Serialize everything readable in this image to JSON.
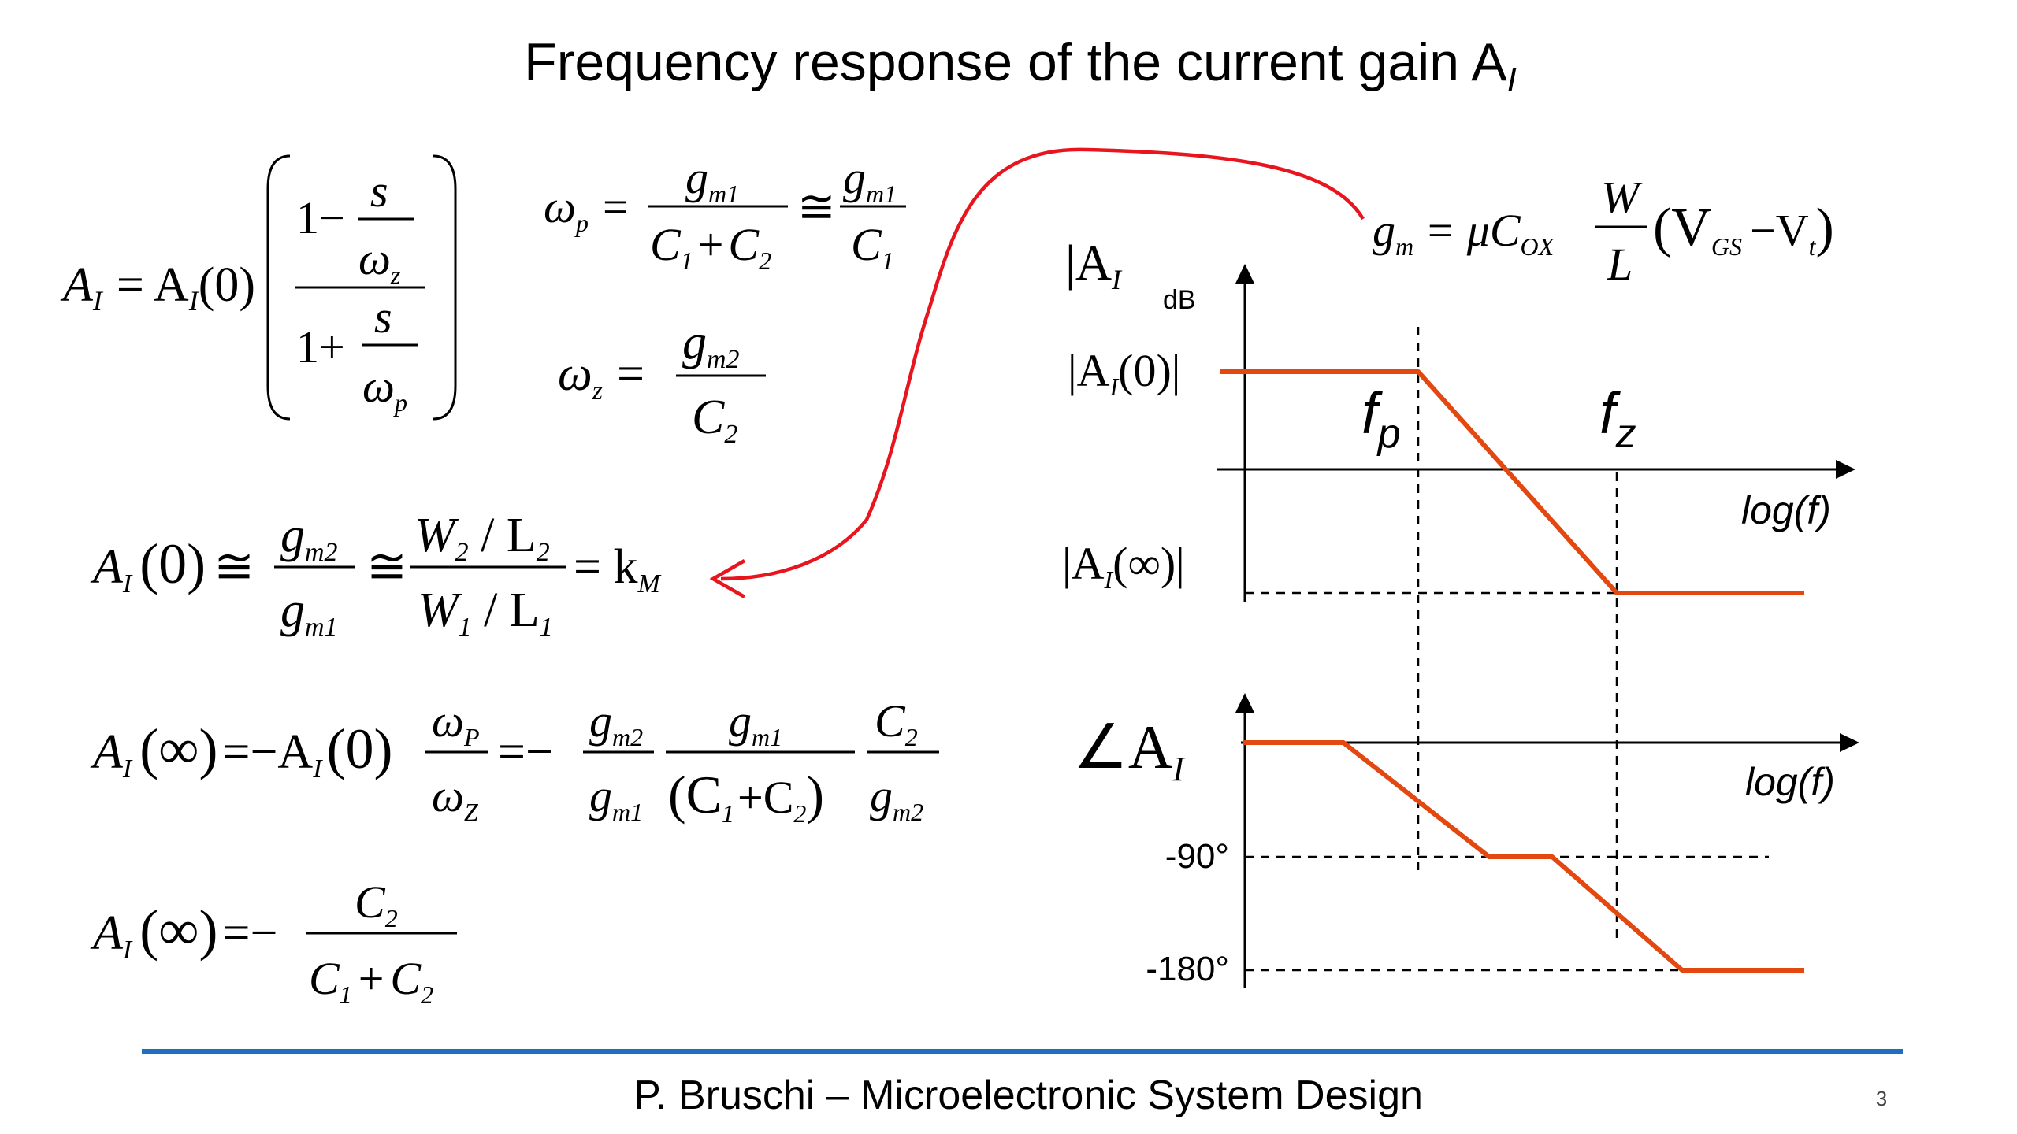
{
  "title": {
    "text": "Frequency response of the current gain A",
    "sub": "I"
  },
  "footer": {
    "text": "P. Bruschi – Microelectronic System Design",
    "page": "3"
  },
  "colors": {
    "curve": "#e2480f",
    "arrow": "#e8141e",
    "footer_rule": "#1f6fc0"
  },
  "bode_magnitude": {
    "ylabel": "|A",
    "ylabel_sub": "I",
    "ylabel_unit": "dB",
    "level_high": "|A",
    "level_high_sub": "I",
    "level_high_arg": "(0)|",
    "level_low": "|A",
    "level_low_sub": "I",
    "level_low_arg": "(∞)|",
    "fp": "f",
    "fp_sub": "p",
    "fz": "f",
    "fz_sub": "z",
    "xlabel": "log(f)"
  },
  "bode_phase": {
    "ylabel": "∠A",
    "ylabel_sub": "I",
    "tick_90": "-90°",
    "tick_180": "-180°",
    "xlabel": "log(f)"
  },
  "eq_gm": {
    "lhs": "g",
    "lhs_sub": "m",
    "mu": "= μC",
    "mu_sub": "OX",
    "num": "W",
    "den": "L",
    "paren_open": "(V",
    "vgs_sub": "GS",
    "minus": "−V",
    "vt_sub": "t",
    "paren_close": ")"
  },
  "eq_main": {
    "lhs": "A",
    "lhs_sub": "I",
    "eq": "= A",
    "eq_sub": "I",
    "arg": "(0)",
    "num_one": "1−",
    "num_s": "s",
    "num_w": "ω",
    "num_w_sub": "z",
    "den_one": "1+",
    "den_s": "s",
    "den_w": "ω",
    "den_w_sub": "p"
  },
  "eq_wp": {
    "lhs": "ω",
    "lhs_sub": "p",
    "eq": "=",
    "num1": "g",
    "num1_sub": "m1",
    "den1_a": "C",
    "den1_a_sub": "1",
    "den1_plus": "+",
    "den1_b": "C",
    "den1_b_sub": "2",
    "approx": "≅",
    "num2": "g",
    "num2_sub": "m1",
    "den2": "C",
    "den2_sub": "1"
  },
  "eq_wz": {
    "lhs": "ω",
    "lhs_sub": "z",
    "eq": "=",
    "num": "g",
    "num_sub": "m2",
    "den": "C",
    "den_sub": "2"
  },
  "eq_a0": {
    "lhs": "A",
    "lhs_sub": "I",
    "arg": "(0)",
    "approx1": "≅",
    "num1": "g",
    "num1_sub": "m2",
    "den1": "g",
    "den1_sub": "m1",
    "approx2": "≅",
    "num2_w": "W",
    "num2_w_sub": "2",
    "num2_slash": " / L",
    "num2_l_sub": "2",
    "den2_w": "W",
    "den2_w_sub": "1",
    "den2_slash": " / L",
    "den2_l_sub": "1",
    "rhs": "= k",
    "rhs_sub": "M"
  },
  "eq_ainf1": {
    "lhs": "A",
    "lhs_sub": "I",
    "arg": "(∞)",
    "eq": "=−A",
    "eq_sub": "I",
    "arg2": "(0)",
    "num1": "ω",
    "num1_sub": "P",
    "den1": "ω",
    "den1_sub": "Z",
    "eq2": "=−",
    "num2": "g",
    "num2_sub": "m2",
    "den2": "g",
    "den2_sub": "m1",
    "num3": "g",
    "num3_sub": "m1",
    "den3_open": "(C",
    "den3_a_sub": "1",
    "den3_plus": "+C",
    "den3_b_sub": "2",
    "den3_close": ")",
    "num4": "C",
    "num4_sub": "2",
    "den4": "g",
    "den4_sub": "m2"
  },
  "eq_ainf2": {
    "lhs": "A",
    "lhs_sub": "I",
    "arg": "(∞)",
    "eq": "=−",
    "num": "C",
    "num_sub": "2",
    "den_a": "C",
    "den_a_sub": "1",
    "den_plus": "+",
    "den_b": "C",
    "den_b_sub": "2"
  }
}
